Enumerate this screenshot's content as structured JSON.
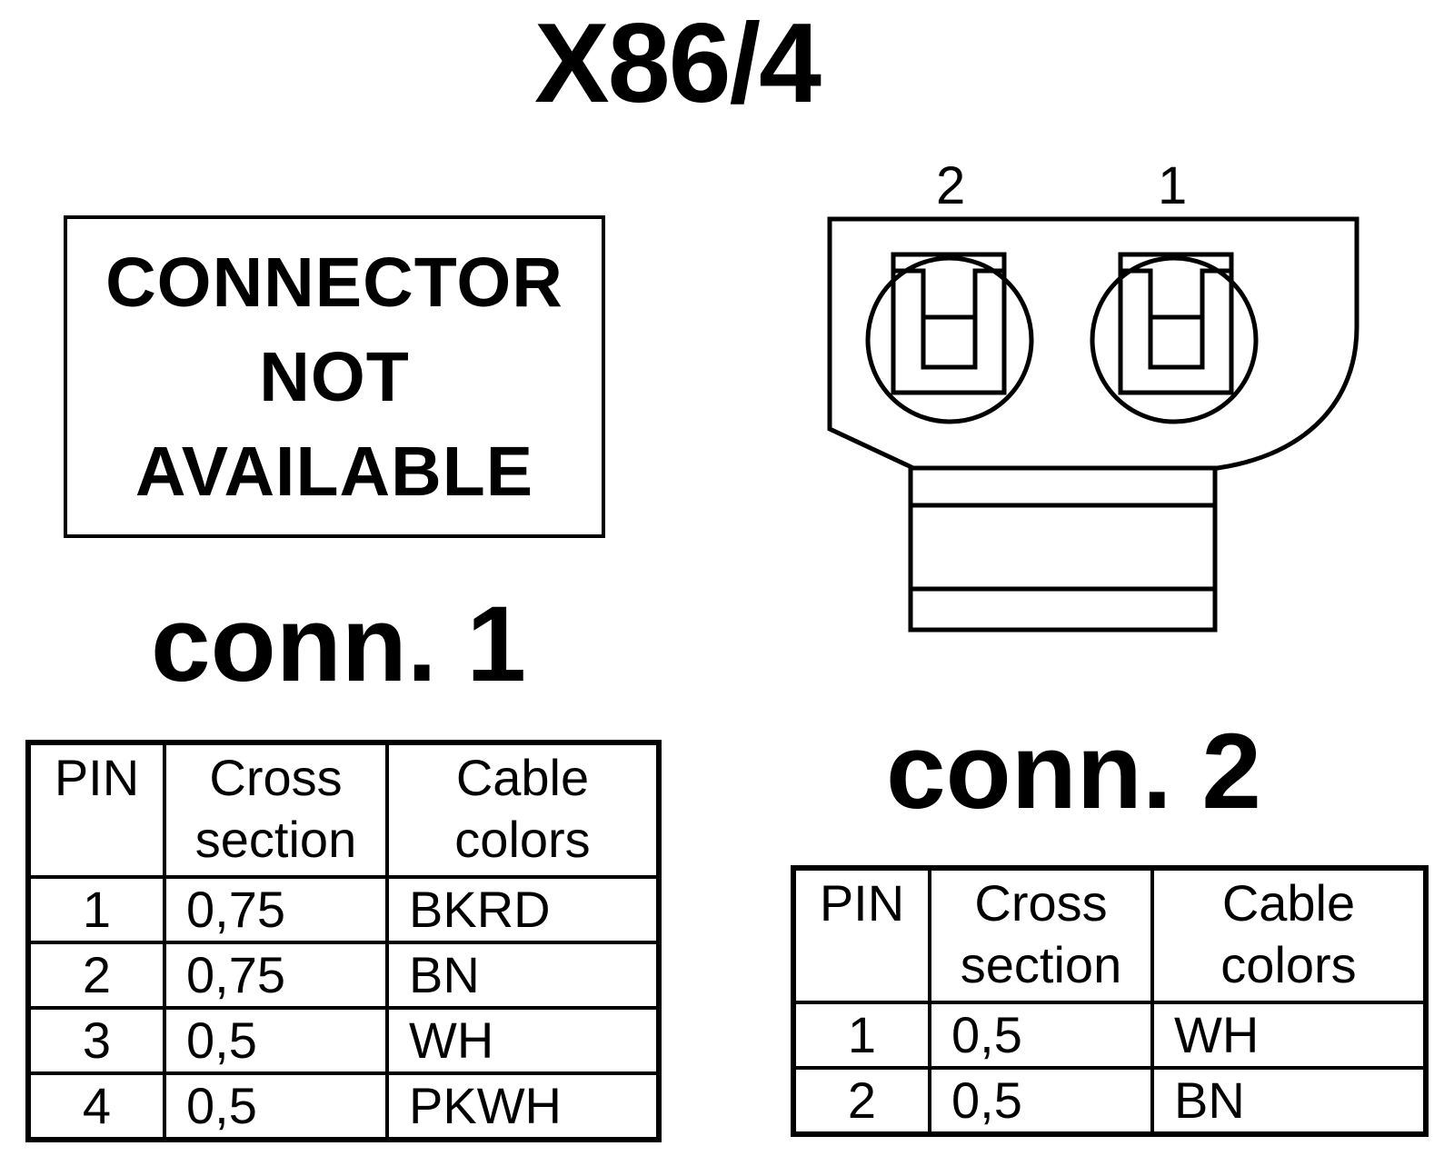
{
  "title": "X86/4",
  "not_available_box": {
    "lines": [
      "CONNECTOR",
      "NOT",
      "AVAILABLE"
    ]
  },
  "connector_drawing": {
    "pin_labels": [
      "2",
      "1"
    ]
  },
  "conn1": {
    "label": "conn. 1",
    "headers": {
      "pin": "PIN",
      "cross": "Cross\nsection",
      "cable": "Cable\ncolors"
    },
    "rows": [
      {
        "pin": "1",
        "cross": "0,75",
        "color": "BKRD"
      },
      {
        "pin": "2",
        "cross": "0,75",
        "color": "BN"
      },
      {
        "pin": "3",
        "cross": "0,5",
        "color": "WH"
      },
      {
        "pin": "4",
        "cross": "0,5",
        "color": "PKWH"
      }
    ]
  },
  "conn2": {
    "label": "conn. 2",
    "headers": {
      "pin": "PIN",
      "cross": "Cross\nsection",
      "cable": "Cable\ncolors"
    },
    "rows": [
      {
        "pin": "1",
        "cross": "0,5",
        "color": "WH"
      },
      {
        "pin": "2",
        "cross": "0,5",
        "color": "BN"
      }
    ]
  }
}
